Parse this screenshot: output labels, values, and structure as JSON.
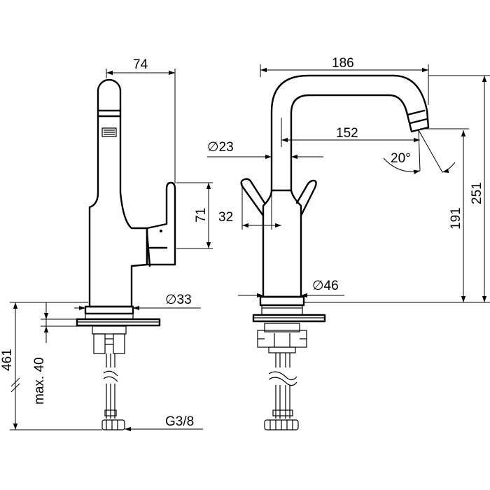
{
  "dimensions": {
    "top_width": "74",
    "lever_height": "71",
    "base_diameter": "∅33",
    "total_height": "461",
    "max_thickness": "max. 40",
    "connection": "G3/8",
    "reach_overall": "186",
    "spout_reach": "152",
    "spout_diameter": "∅23",
    "swivel_angle": "20°",
    "lever_offset": "32",
    "body_diameter": "∅46",
    "outlet_height": "191",
    "overall_height": "251"
  }
}
